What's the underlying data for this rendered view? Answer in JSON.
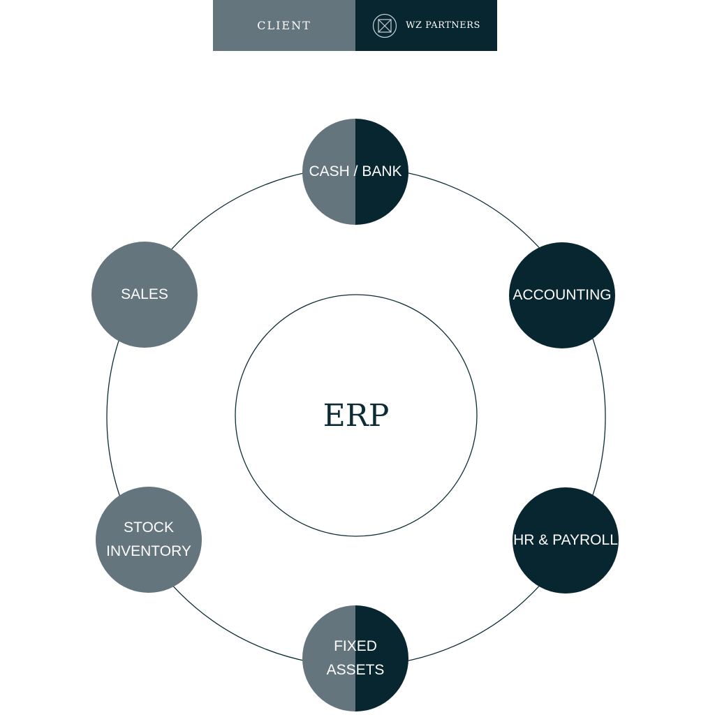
{
  "legend": {
    "client_label": "CLIENT",
    "partner_label": "WZ PARTNERS",
    "partner_logo_icon": "square-x-circle-logo-icon",
    "client_color": "#64757d",
    "partner_color": "#07262f"
  },
  "diagram": {
    "center_label": "ERP",
    "nodes": [
      {
        "label": "CASH / BANK",
        "owner": "shared"
      },
      {
        "label": "ACCOUNTING",
        "owner": "partner"
      },
      {
        "label": "HR & PAYROLL",
        "owner": "partner"
      },
      {
        "label": "FIXED\nASSETS",
        "owner": "shared"
      },
      {
        "label": "STOCK\nINVENTORY",
        "owner": "client"
      },
      {
        "label": "SALES",
        "owner": "client"
      }
    ]
  }
}
